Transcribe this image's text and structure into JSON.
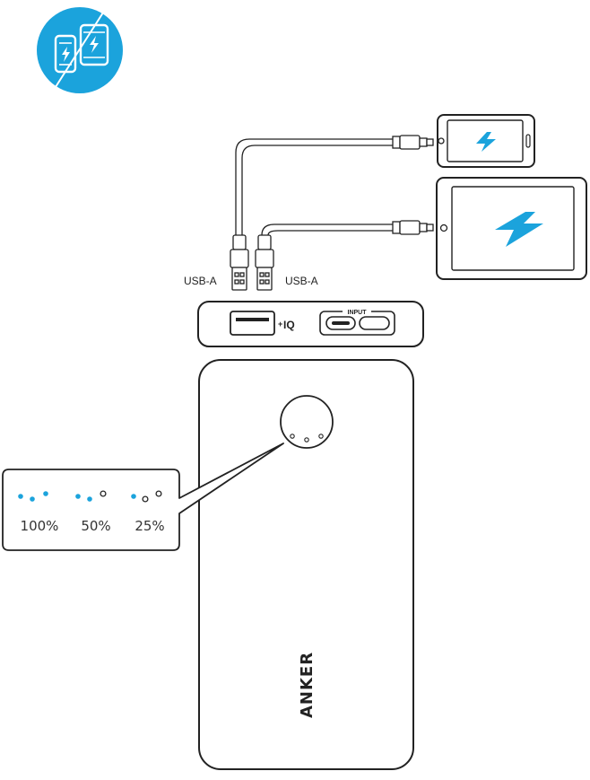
{
  "ports": {
    "usb_a_left": "USB-A",
    "usb_a_right": "USB-A",
    "iq_label": "IQ",
    "iq_plus": "+",
    "input_label": "INPUT"
  },
  "brand": "ANKER",
  "battery_levels": [
    {
      "label": "100%",
      "filled": 3
    },
    {
      "label": "50%",
      "filled": 2
    },
    {
      "label": "25%",
      "filled": 1
    }
  ],
  "colors": {
    "accent": "#1ba3dc",
    "stroke": "#222222",
    "badge_icon": "#ffffff"
  },
  "icons": {
    "badge": "devices-charging-icon",
    "phone": "phone-charging-icon",
    "tablet": "tablet-charging-icon"
  }
}
